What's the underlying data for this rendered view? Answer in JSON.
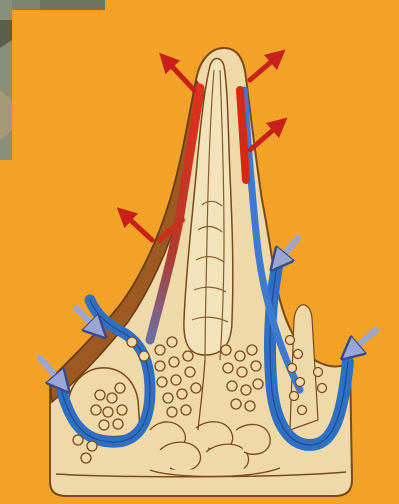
{
  "figure": {
    "subject": "villus-cross-section",
    "palette": {
      "background": "#f5a72a",
      "background_dark": "#e8901a",
      "tissue": "#efd9a8",
      "tissue_edge": "#7a4a1a",
      "epithelium": "#9c5a22",
      "artery": "#d62a10",
      "vein": "#2f6fc4",
      "inflow_arrow": "#9aa6d6",
      "outflow_arrow": "#c8201a",
      "photo_corner": "#8a8f7a"
    },
    "arrows": {
      "outflow": [
        "out",
        "out",
        "out",
        "out"
      ],
      "inflow": [
        "in",
        "in",
        "in",
        "in"
      ]
    },
    "text_labels": []
  }
}
